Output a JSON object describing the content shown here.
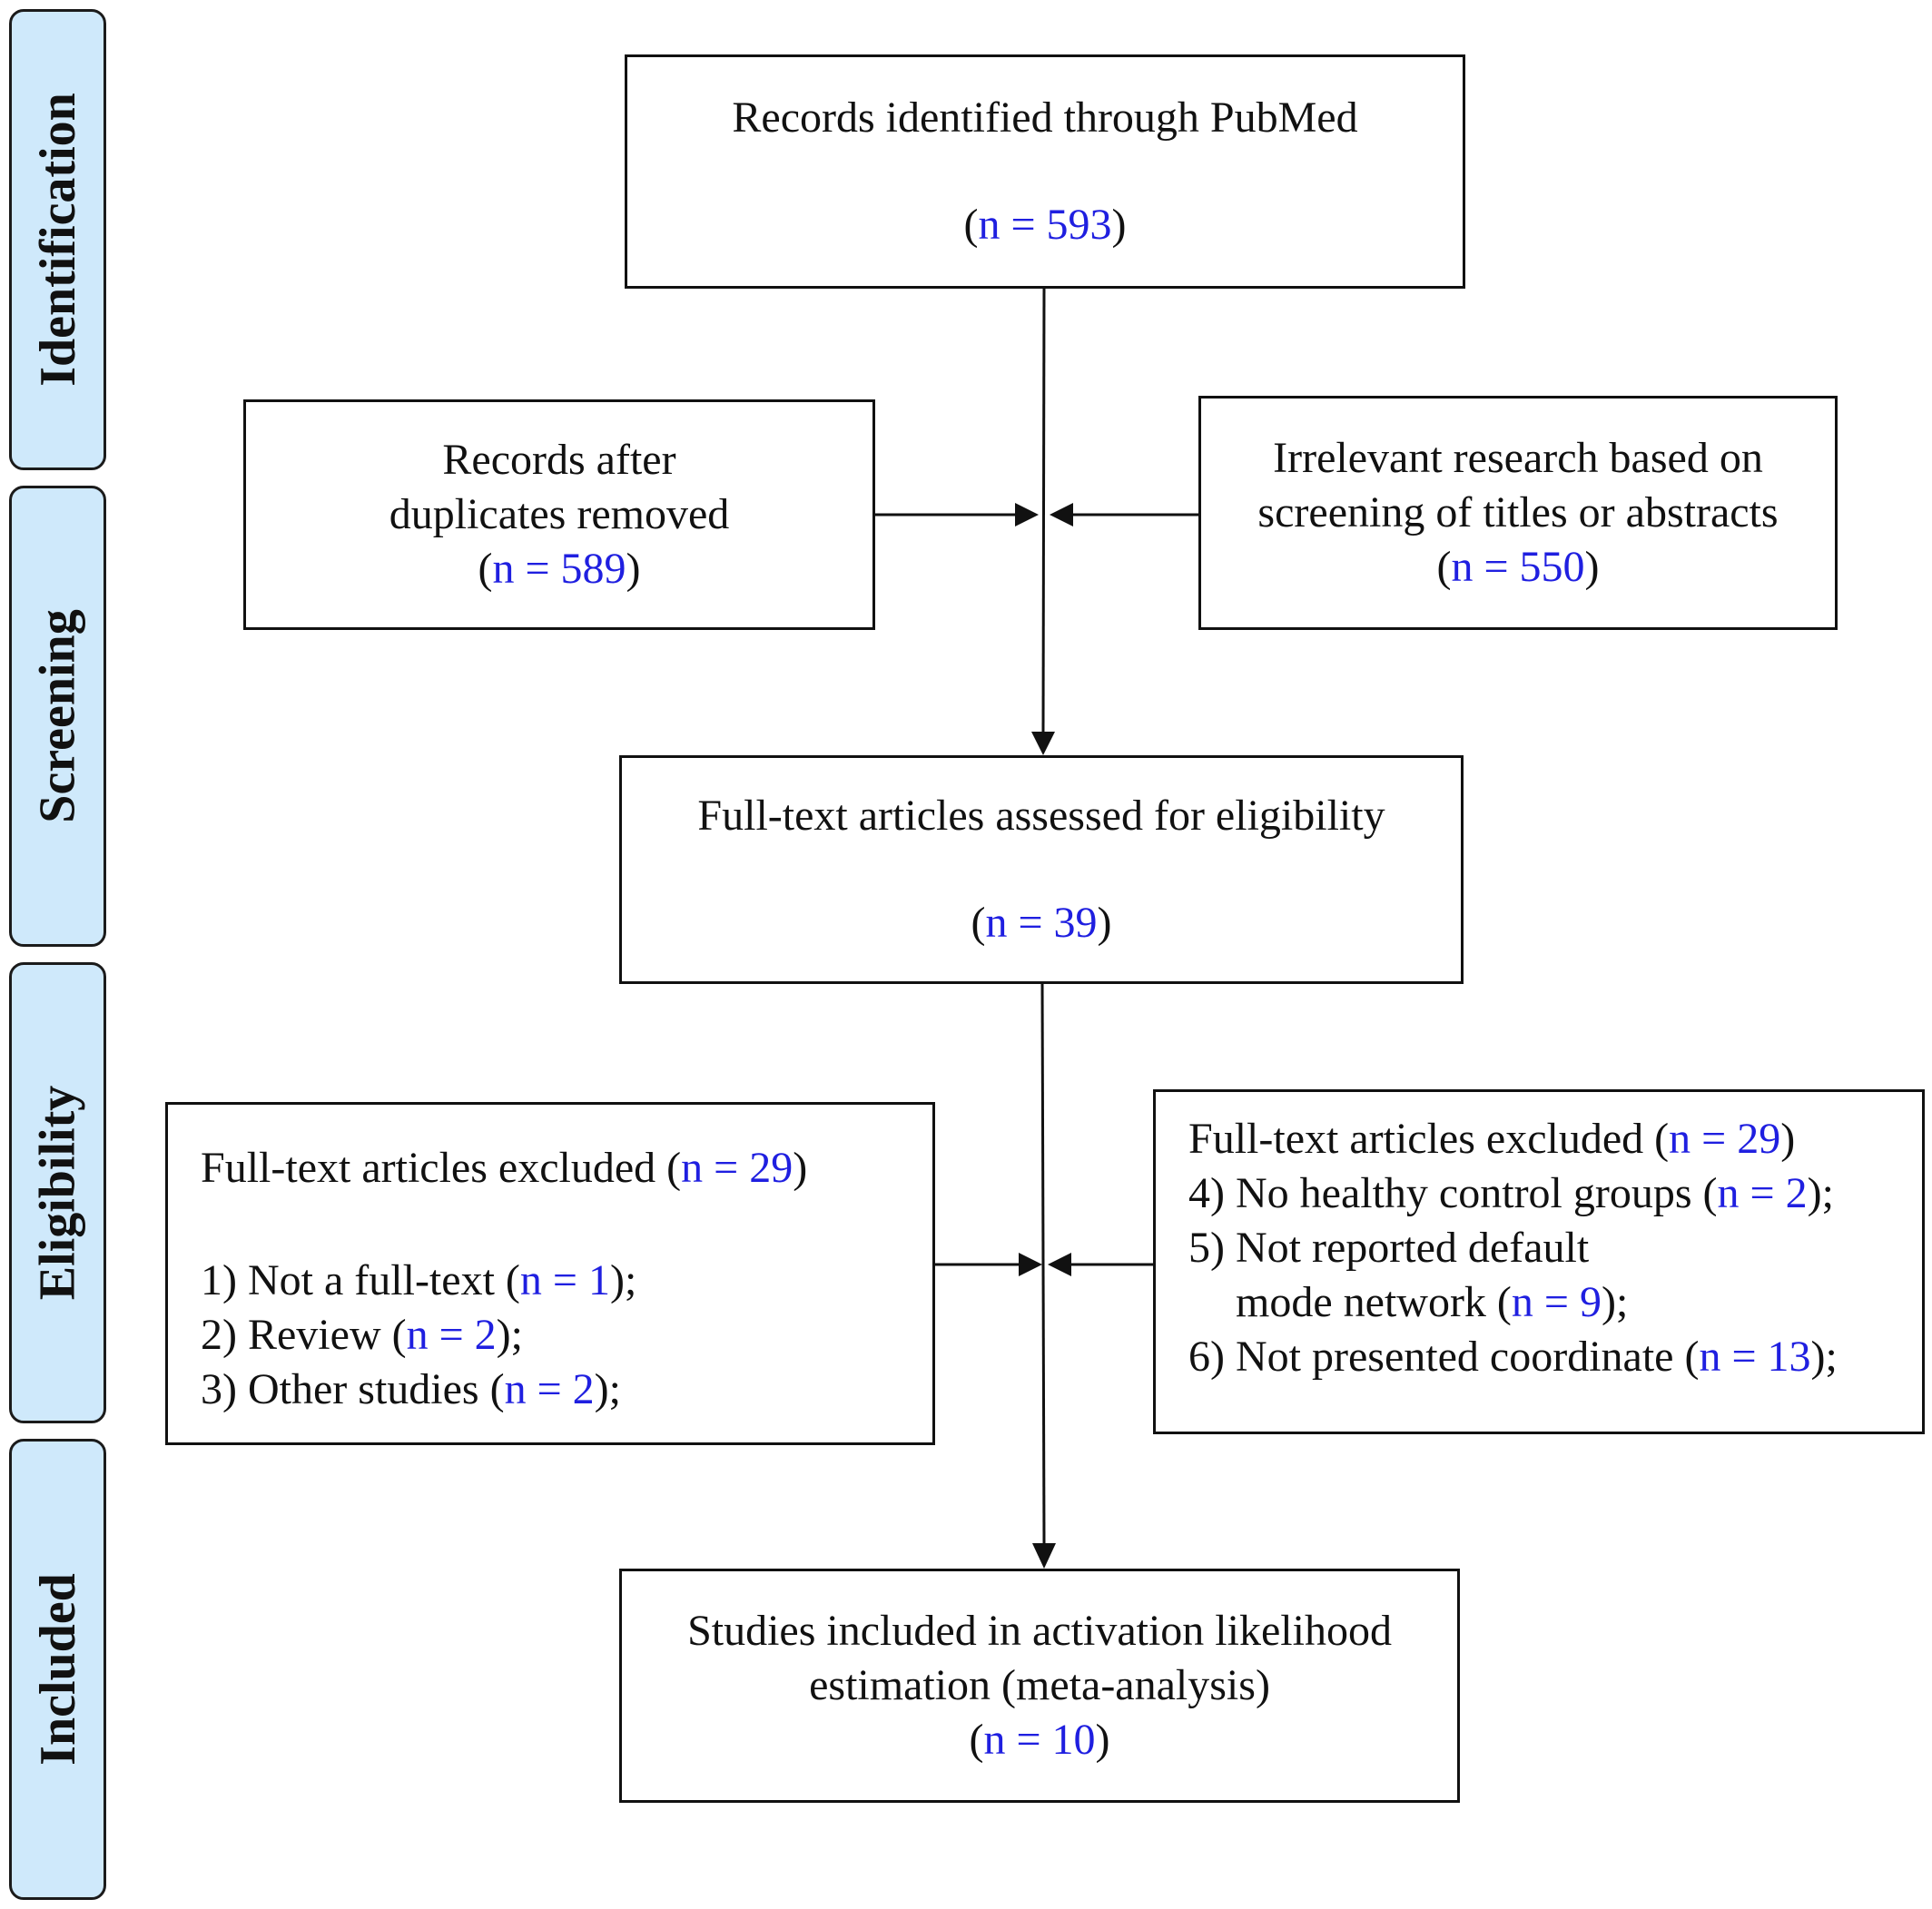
{
  "stages": {
    "identification": "Identification",
    "screening": "Screening",
    "eligibility": "Eligibility",
    "included": "Included"
  },
  "boxes": {
    "identified": {
      "label": "Records identified through PubMed",
      "n": "n = 593"
    },
    "after_duplicates": {
      "label_line1": "Records after",
      "label_line2": "duplicates removed",
      "n": "n = 589"
    },
    "irrelevant": {
      "label_line1": "Irrelevant research based on",
      "label_line2": "screening of titles or abstracts",
      "n": "n = 550"
    },
    "assessed": {
      "label": "Full-text articles assessed for eligibility",
      "n": "n = 39"
    },
    "excluded_left": {
      "title": "Full-text articles excluded (",
      "n": "n = 29",
      "items": [
        {
          "text": "1) Not a full-text (",
          "n": "n = 1",
          "suffix": ");"
        },
        {
          "text": "2) Review (",
          "n": "n = 2",
          "suffix": ");"
        },
        {
          "text": "3) Other studies (",
          "n": "n = 2",
          "suffix": ");"
        }
      ]
    },
    "excluded_right": {
      "title": "Full-text articles excluded (",
      "n": "n = 29",
      "item4": {
        "text": "4) No healthy control groups (",
        "n": "n = 2",
        "suffix": ");"
      },
      "item5_line1": "5) Not reported default",
      "item5_line2": {
        "text": "mode network (",
        "n": "n = 9",
        "suffix": ");"
      },
      "item6": {
        "text": "6) Not presented coordinate (",
        "n": "n = 13",
        "suffix": ");"
      }
    },
    "included": {
      "label_line1": "Studies included in activation likelihood",
      "label_line2": "estimation (meta-analysis)",
      "n": "n = 10"
    }
  }
}
